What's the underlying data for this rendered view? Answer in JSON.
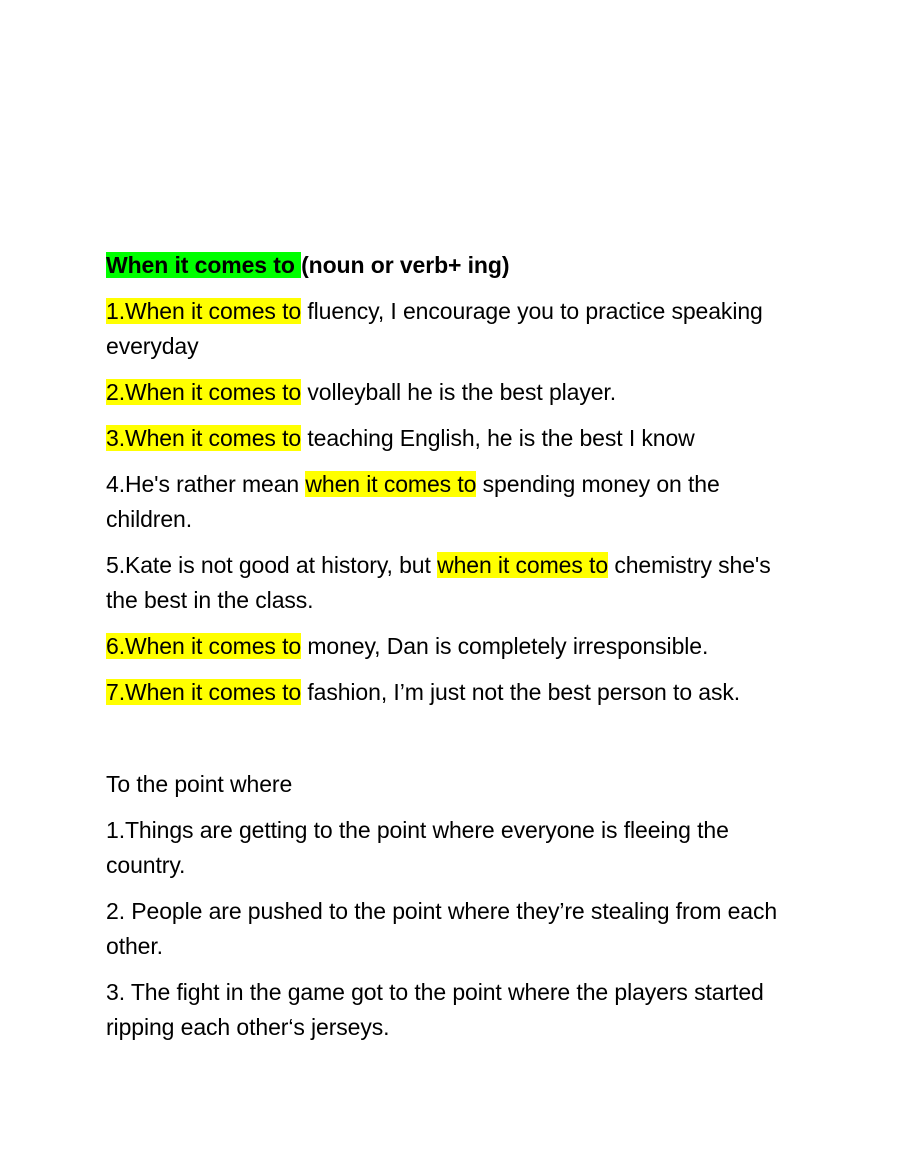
{
  "section1": {
    "heading_highlight": "When it comes to ",
    "heading_rest": "(noun or verb+ ing)",
    "items": [
      {
        "pre": "",
        "highlight": "1.When it comes to",
        "post": " fluency, I encourage you to practice speaking everyday"
      },
      {
        "pre": "",
        "highlight": "2.When it comes to",
        "post": " volleyball he is the best player."
      },
      {
        "pre": "",
        "highlight": "3.When it comes to",
        "post": " teaching English, he is the best I know"
      },
      {
        "pre": "4.He's rather mean ",
        "highlight": "when it comes to",
        "post": " spending money on the children."
      },
      {
        "pre": "5.Kate is not good at history, but ",
        "highlight": "when it comes to",
        "post": " chemistry she's the best in the class."
      },
      {
        "pre": "",
        "highlight": "6.When it comes to",
        "post": " money, Dan is completely irresponsible."
      },
      {
        "pre": "",
        "highlight": "7.When it comes to",
        "post": " fashion, I’m just not the best person to ask."
      }
    ]
  },
  "section2": {
    "heading": "To the point where",
    "items": [
      "1.Things are getting to the point where everyone is fleeing the country.",
      "2. People are pushed to the point where they’re stealing from each other.",
      "3. The fight in the game got to the point where the players started ripping each other‘s jerseys."
    ]
  },
  "colors": {
    "yellow_highlight": "#ffff00",
    "green_highlight": "#00ff00"
  }
}
